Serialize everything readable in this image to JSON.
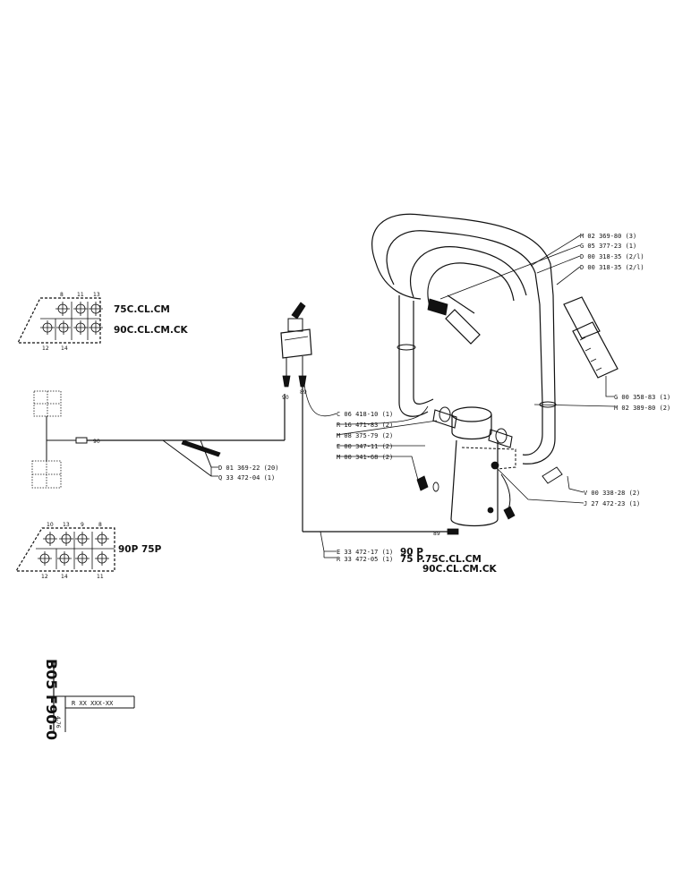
{
  "connector_top": {
    "pins_top": [
      "8",
      "11",
      "13"
    ],
    "pins_bottom": [
      "12",
      "14"
    ],
    "label_1": "75C.CL.CM",
    "label_2": "90C.CL.CM.CK"
  },
  "connector_bottom": {
    "pins_top": [
      "10",
      "13",
      "9",
      "8"
    ],
    "pins_bottom": [
      "12",
      "14",
      "11"
    ],
    "label": "90P  75P"
  },
  "right_callouts": [
    "M 02 369-80 (3)",
    "G 05 377-23 (1)",
    "D 00 318-35 (2/l)",
    "D 00 318-35 (2/l)"
  ],
  "grip_callouts": [
    "G 00 358-83 (1)",
    "M 02 389-80 (2)"
  ],
  "switch_callouts": [
    "C 06 418-10 (1)",
    "R 16 471-83 (2)",
    "M 08 375-79 (2)",
    "E 00 347-11 (2)",
    "M 00 341-68 (2)"
  ],
  "harness_callouts": [
    "D 01 369-22 (20)",
    "Q 33 472-04 (1)"
  ],
  "lower_right_callouts": [
    "V 00 338-28 (2)",
    "J 27 472-23 (1)"
  ],
  "cable_callouts": {
    "line1_code": "E 33 472-17 (1)",
    "line1_model": "90 P",
    "line2_code": "R 33 472-05 (1)",
    "line2_model": "75 P.75C.CL.CM",
    "line3_model": "90C.CL.CM.CK"
  },
  "wire_marks": [
    "90",
    "89",
    "90",
    "89"
  ],
  "title_block": {
    "sheet_code": "B05 F90-0",
    "ref": "R XX XXX-XX",
    "date": "4-76"
  }
}
